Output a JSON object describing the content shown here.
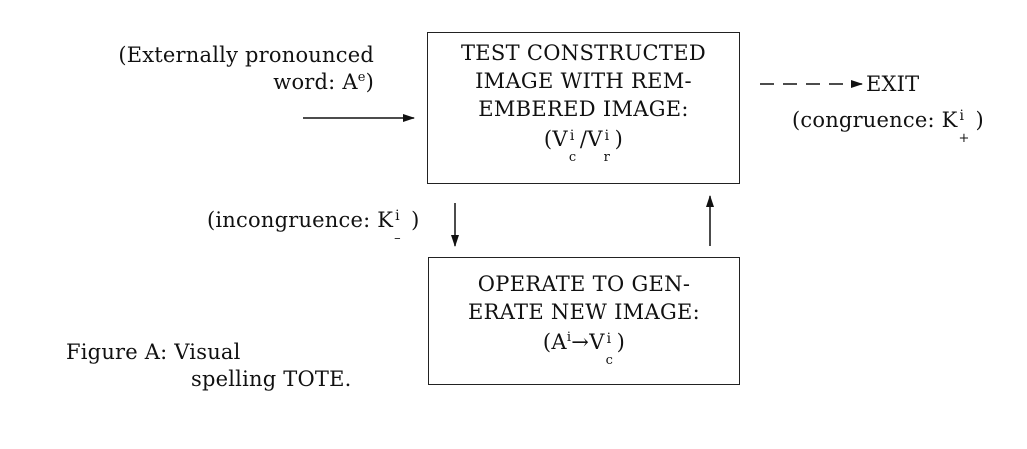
{
  "input_label": {
    "line1": "(Externally pronounced",
    "line2_prefix": "word: A",
    "line2_sup": "e",
    "line2_suffix": ")"
  },
  "test_box": {
    "line1": "TEST CONSTRUCTED",
    "line2": "IMAGE WITH REM-",
    "line3": "EMBERED IMAGE:",
    "formula_open": "(V",
    "formula_sup1": "i",
    "formula_sub1": "c",
    "formula_mid": "/V",
    "formula_sup2": "i",
    "formula_sub2": "r",
    "formula_close": ")"
  },
  "exit_label": "EXIT",
  "congruence_label": {
    "prefix": "(congruence: K",
    "sup": "i",
    "sub": "+",
    "suffix": ")"
  },
  "incongruence_label": {
    "prefix": "(incongruence: K",
    "sup": "i",
    "sub": "–",
    "suffix": ")"
  },
  "operate_box": {
    "line1": "OPERATE TO GEN-",
    "line2": "ERATE NEW IMAGE:",
    "formula_open": "(A",
    "formula_sup1": "i",
    "formula_arrow": "→",
    "formula_v": "V",
    "formula_sup2": "i",
    "formula_sub2": "c",
    "formula_close": ")"
  },
  "caption": {
    "line1": "Figure A:  Visual",
    "line2": "spelling TOTE."
  }
}
